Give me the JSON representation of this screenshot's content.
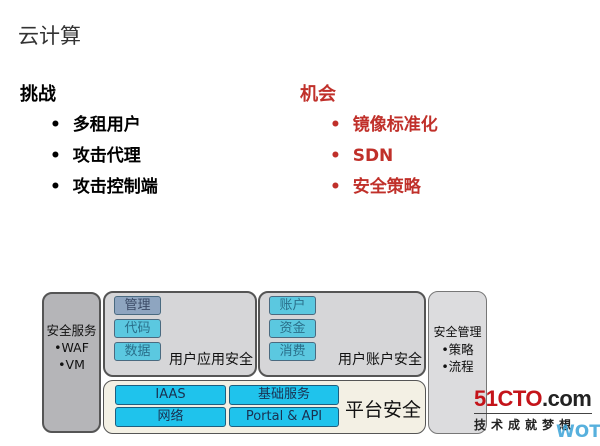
{
  "title": "云计算",
  "challenges": {
    "heading": "挑战",
    "items": [
      "多租用户",
      "攻击代理",
      "攻击控制端"
    ]
  },
  "opportunities": {
    "heading": "机会",
    "items": [
      "镜像标准化",
      "SDN",
      "安全策略"
    ]
  },
  "diagram": {
    "security_service": {
      "title": "安全服务",
      "items": [
        "•WAF",
        "•VM"
      ]
    },
    "user_app": {
      "label": "用户应用安全",
      "chips": [
        "管理",
        "代码",
        "数据"
      ]
    },
    "user_account": {
      "label": "用户账户安全",
      "chips": [
        "账户",
        "资金",
        "消费"
      ]
    },
    "platform": {
      "label": "平台安全",
      "chips": [
        "IAAS",
        "基础服务",
        "网络",
        "Portal & API"
      ]
    },
    "security_mgmt": {
      "title": "安全管理",
      "items": [
        "•策略",
        "•流程"
      ]
    }
  },
  "logo": {
    "brand": "51CTO.com",
    "slogan": "技术成就梦想",
    "badge": "WOT"
  },
  "colors": {
    "accent_red": "#c0302a",
    "chip_blue": "#1fc3ec"
  }
}
